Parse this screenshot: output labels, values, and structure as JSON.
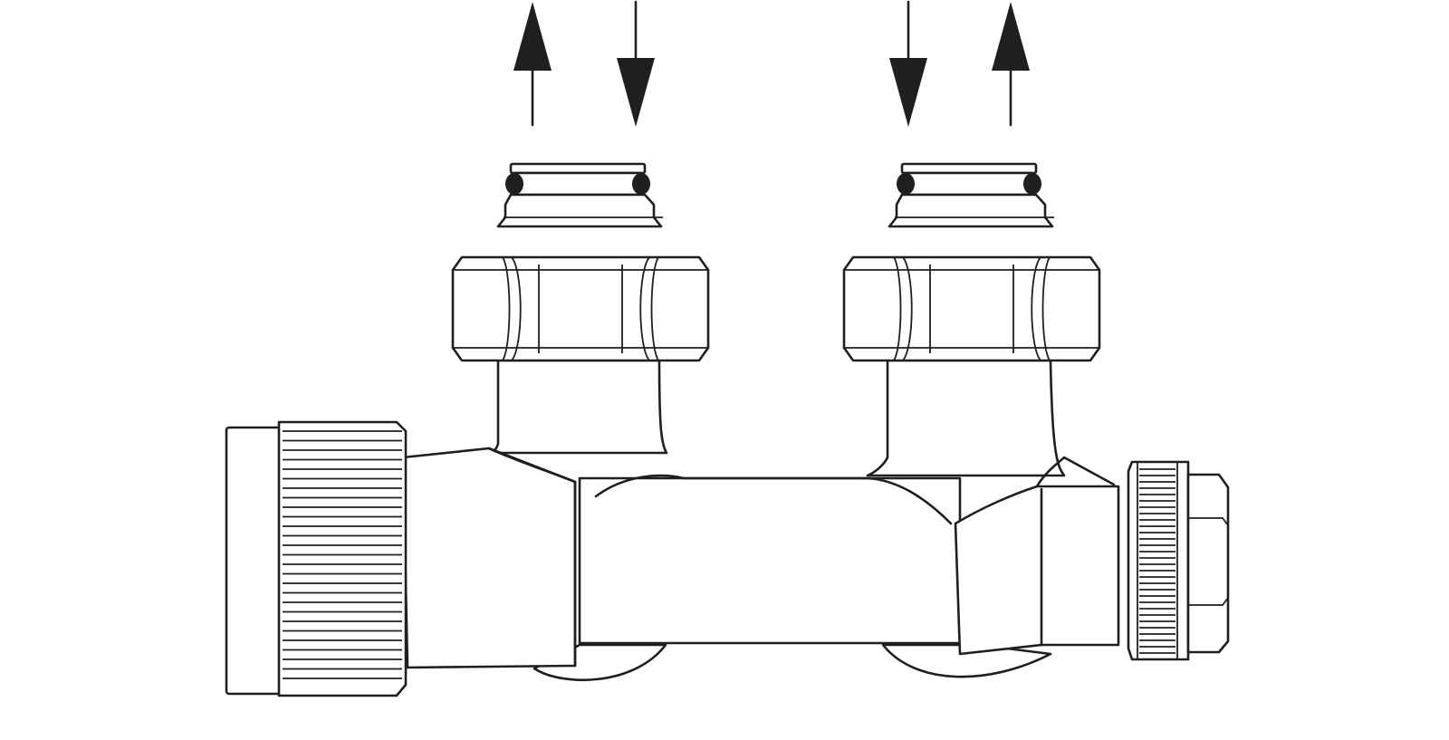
{
  "diagram": {
    "kind": "valve-manifold-line-drawing",
    "line_color": "#1f1f1f",
    "background": "#ffffff",
    "flow_arrows": [
      "up",
      "down",
      "down",
      "up"
    ],
    "components": {
      "inserts": 2,
      "union_nuts": 2,
      "knurled_cap": 1,
      "end_fitting": 1
    }
  }
}
